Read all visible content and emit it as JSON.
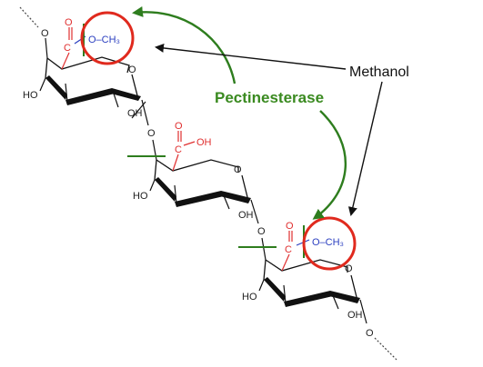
{
  "labels": {
    "enzyme": "Pectinesterase",
    "product": "Methanol"
  },
  "atoms": {
    "ring_oxygen": "O",
    "hydroxyl": "OH",
    "hydroxyl_left": "HO",
    "carbonyl_o": "O",
    "carbon": "C",
    "acid_oh": "OH",
    "ester_o_methyl": "O–CH₃"
  },
  "colors": {
    "enzyme_arrow": "#2e7d1e",
    "enzyme_text": "#3a8a20",
    "highlight_circle": "#e02a1e",
    "carboxyl_red": "#e03030",
    "methyl_blue": "#2b3fc0",
    "bond_black": "#111111"
  }
}
